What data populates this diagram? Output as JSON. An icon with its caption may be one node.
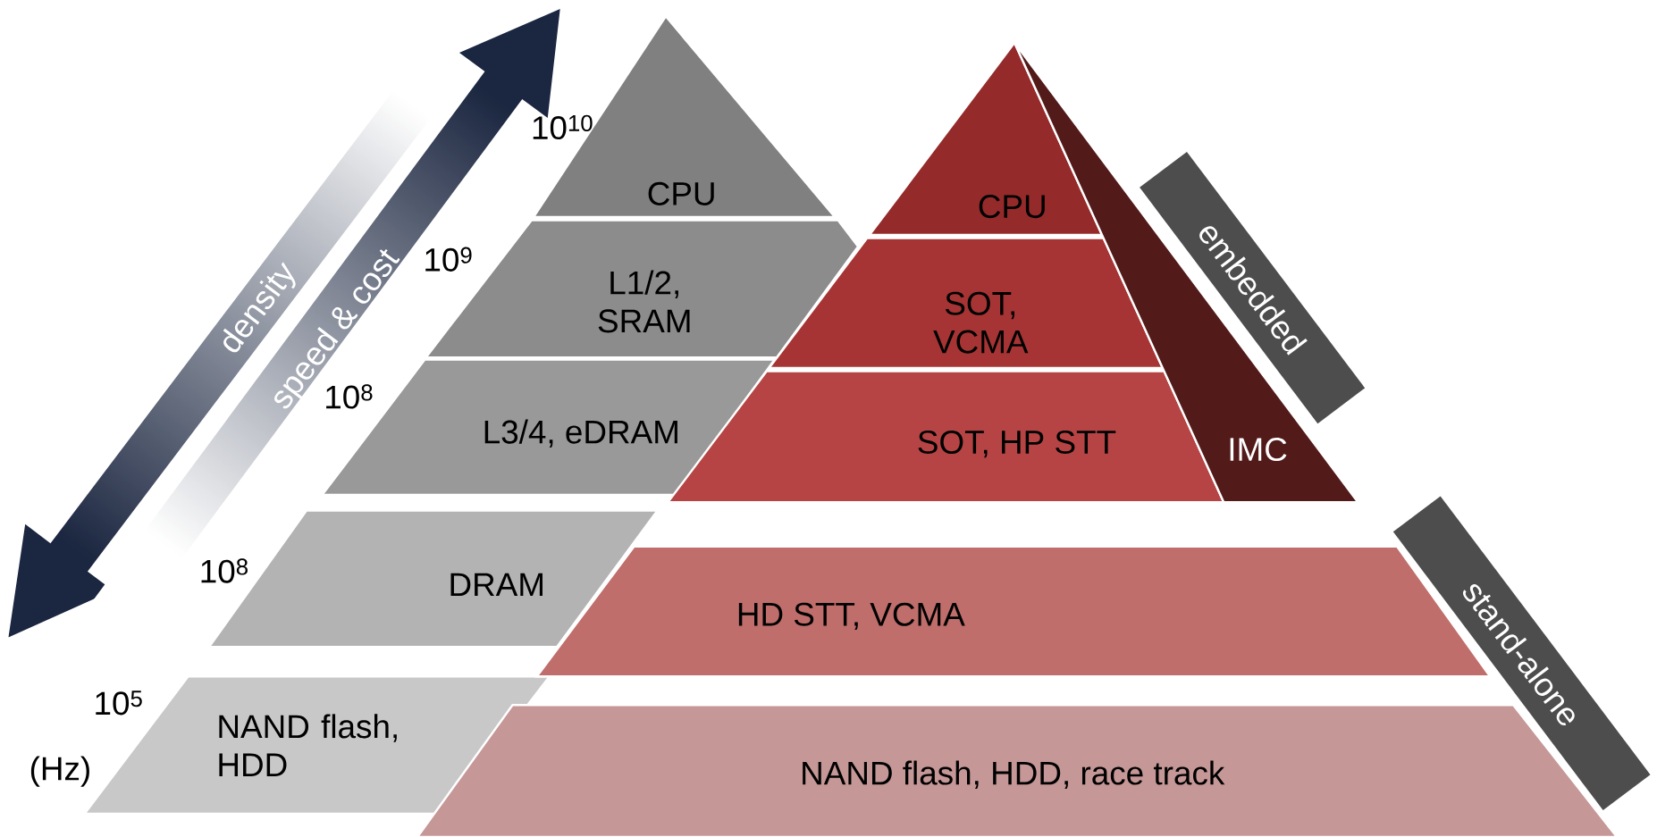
{
  "diagram": {
    "nodes": [
      {
        "text": [
          "CPU"
        ]
      },
      {
        "text": [
          "L1/2, SRAM"
        ]
      },
      {
        "text": [
          "L3/4, eDRAM"
        ]
      },
      {
        "text": [
          "DRAM"
        ]
      },
      {
        "text": [
          "NAND flash, HDD"
        ]
      },
      {
        "text": [
          "CPU"
        ]
      },
      {
        "text": [
          "SOT, VCMA"
        ]
      },
      {
        "text": [
          "SOT, HP STT"
        ]
      },
      {
        "text": [
          "IMC"
        ]
      },
      {
        "text": [
          "embedded"
        ]
      },
      {
        "text": [
          "HD STT, VCMA"
        ]
      },
      {
        "text": [
          "stand-alone"
        ]
      },
      {
        "text": [
          "NAND flash, HDD, race track"
        ]
      }
    ],
    "labels": [
      "density",
      "speed & cost",
      "10$^{10}$",
      "10$^{9}$",
      "10$^{8}$",
      "10$^{8}$",
      "10$^{5}$",
      "(Hz)"
    ]
  }
}
